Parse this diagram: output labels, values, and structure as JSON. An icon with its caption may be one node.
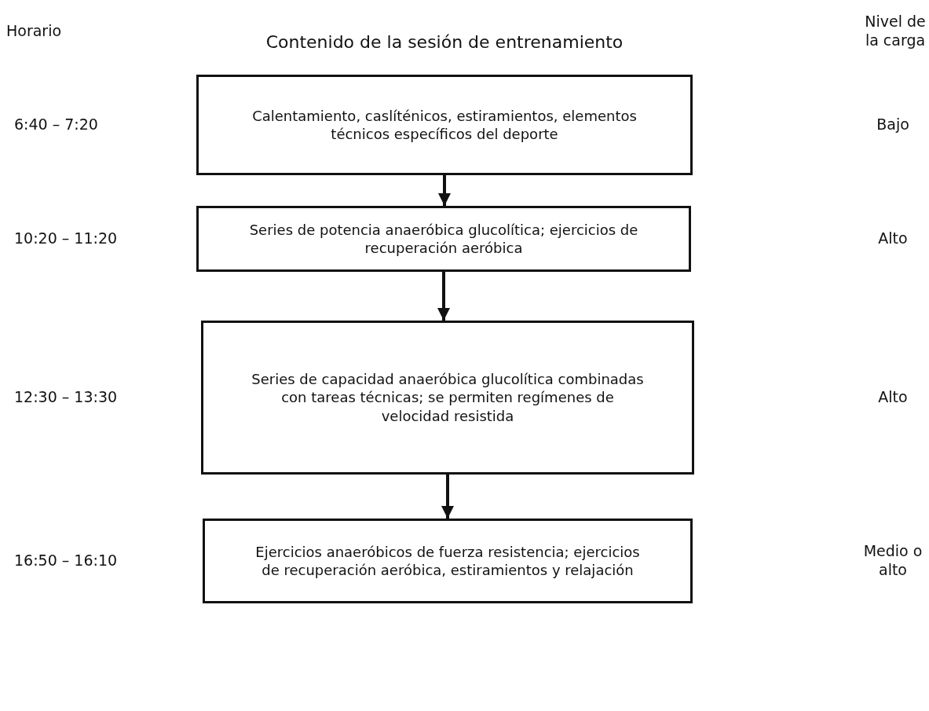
{
  "diagram": {
    "title": "Contenido de la sesión de entrenamiento",
    "nodes": [
      {
        "text": [
          "Calentamiento, caslíténicos, estiramientos, elementos técnicos específicos del deporte"
        ]
      },
      {
        "text": [
          "Series de potencia anaeróbica glucolítica; ejercicios de recuperación aeróbica"
        ]
      },
      {
        "text": [
          "Series de capacidad anaeróbica glucolítica combinadas con tareas técnicas; se permiten regímenes de velocidad resistida"
        ]
      },
      {
        "text": [
          "Ejercicios anaeróbicos de fuerza resistencia; ejercicios de recuperación aeróbica, estiramientos y relajación"
        ]
      }
    ],
    "edges": [
      {
        "from": 0,
        "to": 1,
        "arrow": "to"
      },
      {
        "from": 1,
        "to": 2,
        "arrow": "to"
      },
      {
        "from": 2,
        "to": 3,
        "arrow": "to"
      }
    ],
    "labels": [
      "Horario",
      "Nivel de la carga",
      "6:40 – 7:20",
      "Bajo",
      "10:20 – 11:20",
      "Alto",
      "12:30 – 13:30",
      "Alto",
      "16:50 – 16:10",
      "Medio o alto"
    ]
  }
}
